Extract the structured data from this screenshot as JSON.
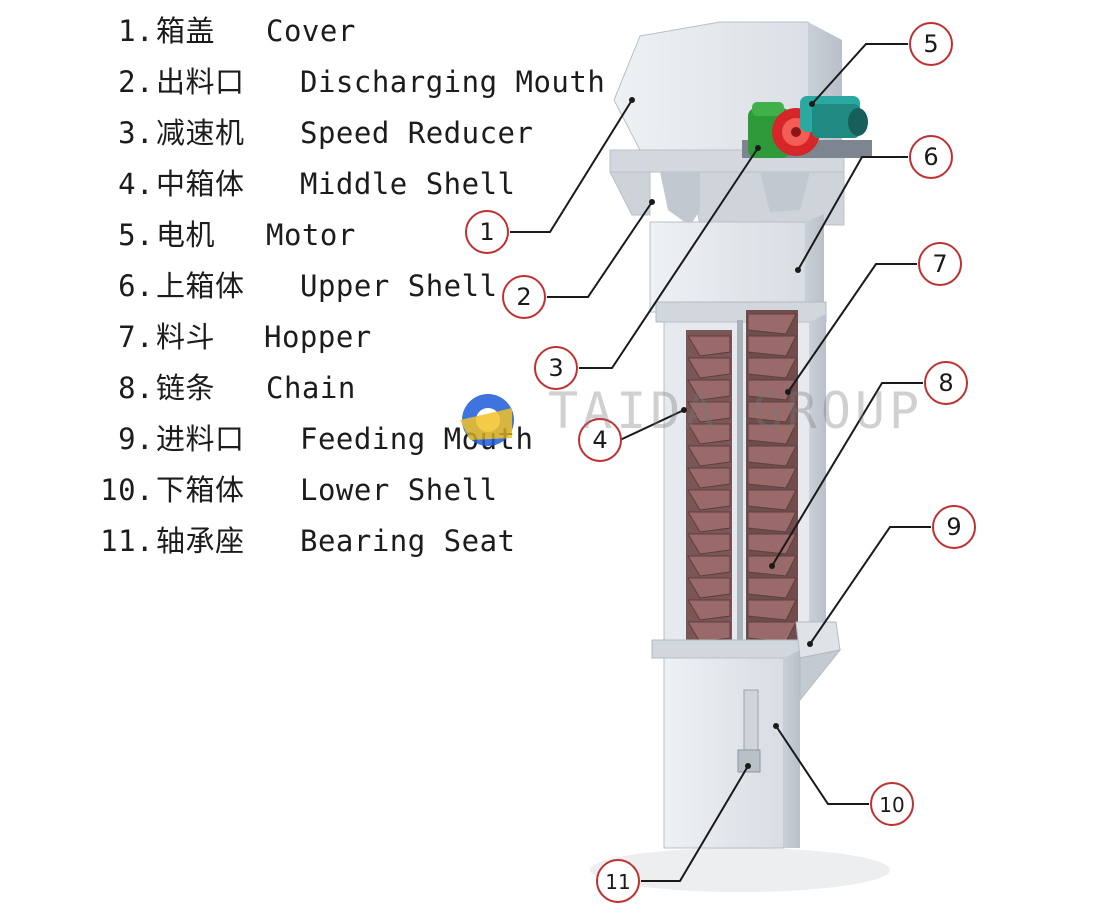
{
  "legend": [
    {
      "num": "1.",
      "cn": "箱盖",
      "en": "Cover"
    },
    {
      "num": "2.",
      "cn": "出料口",
      "en": "Discharging Mouth"
    },
    {
      "num": "3.",
      "cn": "减速机",
      "en": "Speed Reducer"
    },
    {
      "num": "4.",
      "cn": "中箱体",
      "en": "Middle Shell"
    },
    {
      "num": "5.",
      "cn": "电机",
      "en": "Motor"
    },
    {
      "num": "6.",
      "cn": "上箱体",
      "en": "Upper Shell"
    },
    {
      "num": "7.",
      "cn": "料斗",
      "en": "Hopper"
    },
    {
      "num": "8.",
      "cn": "链条",
      "en": "Chain"
    },
    {
      "num": "9.",
      "cn": "进料口",
      "en": "Feeding Mouth"
    },
    {
      "num": "10.",
      "cn": "下箱体",
      "en": "Lower Shell"
    },
    {
      "num": "11.",
      "cn": "轴承座",
      "en": "Bearing Seat"
    }
  ],
  "callouts": [
    "1",
    "2",
    "3",
    "4",
    "5",
    "6",
    "7",
    "8",
    "9",
    "10",
    "11"
  ],
  "watermark": "TAIDA GROUP",
  "colors": {
    "shell": "#dfe3e8",
    "shell_shade": "#c4cad2",
    "hopper": "#9a6a6a",
    "motor": "#2aa9a0",
    "reducer": "#2e9a3a",
    "pulley": "#d6262a",
    "callout_red": "#c03030",
    "leader": "#1a1a1a",
    "logo_blue": "#1e5bd8",
    "logo_yellow": "#f0b800"
  }
}
